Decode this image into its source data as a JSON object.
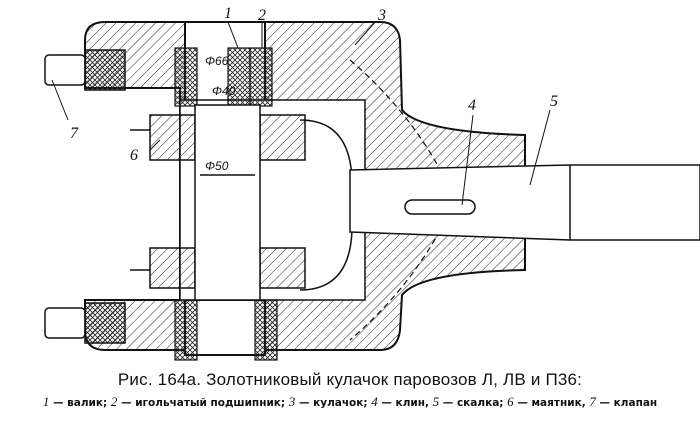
{
  "figure": {
    "labels": [
      "1",
      "2",
      "3",
      "4",
      "5",
      "6",
      "7"
    ],
    "dimensions": {
      "d66": "Φ66",
      "d40": "Φ40",
      "d50": "Φ50"
    },
    "caption": "Рис. 164а. Золотниковый кулачок паровозов Л, ЛВ и П36:",
    "legend": [
      {
        "num": "1",
        "text": "— валик;"
      },
      {
        "num": "2",
        "text": "— игольчатый подшипник;"
      },
      {
        "num": "3",
        "text": "— кулачок;"
      },
      {
        "num": "4",
        "text": "— клин,"
      },
      {
        "num": "5",
        "text": "— скалка;"
      },
      {
        "num": "6",
        "text": "— маятник,"
      },
      {
        "num": "7",
        "text": "— клапан"
      }
    ]
  }
}
